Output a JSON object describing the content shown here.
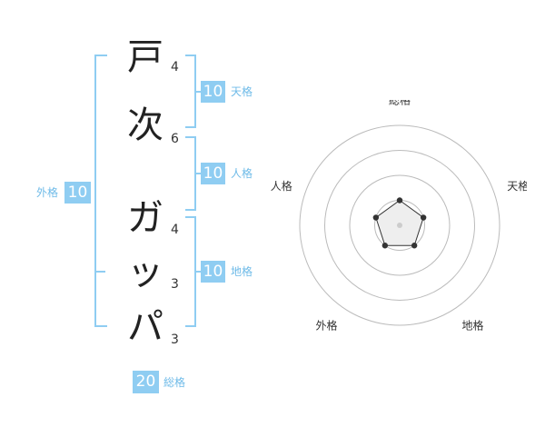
{
  "name": {
    "chars": [
      {
        "char": "戸",
        "strokes": "4"
      },
      {
        "char": "次",
        "strokes": "6"
      },
      {
        "char": "ガ",
        "strokes": "4"
      },
      {
        "char": "ッ",
        "strokes": "3"
      },
      {
        "char": "パ",
        "strokes": "3"
      }
    ]
  },
  "fortunes": {
    "tenkaku": {
      "value": "10",
      "label": "天格"
    },
    "jinkaku": {
      "value": "10",
      "label": "人格"
    },
    "chikaku": {
      "value": "10",
      "label": "地格"
    },
    "gaikaku": {
      "value": "10",
      "label": "外格"
    },
    "soukaku": {
      "value": "20",
      "label": "総格"
    }
  },
  "radar": {
    "axes": [
      "総格",
      "天格",
      "地格",
      "外格",
      "人格"
    ],
    "rings": 4,
    "scale_max": 4,
    "values": [
      1,
      1,
      1,
      1,
      1
    ],
    "colors": {
      "ring": "#bbbbbb",
      "line": "#333333",
      "fill": "#eeeeee",
      "center": "#cccccc"
    }
  },
  "colors": {
    "accent": "#8fcdf2",
    "accent_text": "#6fbbe8"
  }
}
